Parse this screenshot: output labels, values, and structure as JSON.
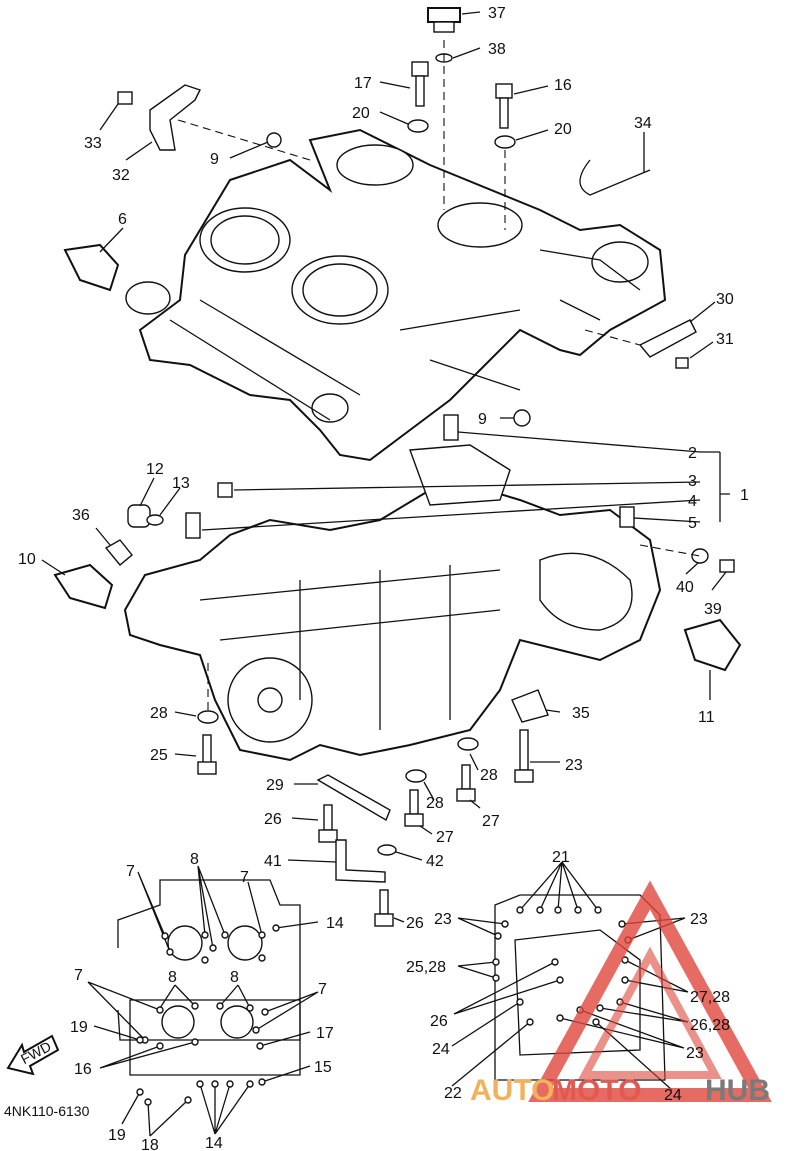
{
  "diagram": {
    "figure_code": "4NK110-6130",
    "fwd_label": "FWD",
    "callouts": [
      "1",
      "2",
      "3",
      "4",
      "5",
      "6",
      "7",
      "8",
      "9",
      "10",
      "11",
      "12",
      "13",
      "14",
      "15",
      "16",
      "17",
      "18",
      "19",
      "20",
      "21",
      "22",
      "23",
      "24",
      "25",
      "26",
      "27",
      "28",
      "29",
      "30",
      "31",
      "32",
      "33",
      "34",
      "35",
      "36",
      "37",
      "38",
      "39",
      "40",
      "41",
      "42"
    ],
    "combo_labels": [
      "25,28",
      "27,28",
      "26,28"
    ]
  },
  "watermark": {
    "part1": "AUTO",
    "part2": "MOTO",
    "part3": "HUB",
    "colors": {
      "auto": "#f2b25c",
      "moto": "#e05a52",
      "hub": "#7a7a7a",
      "triangle": "#e0463c"
    }
  }
}
